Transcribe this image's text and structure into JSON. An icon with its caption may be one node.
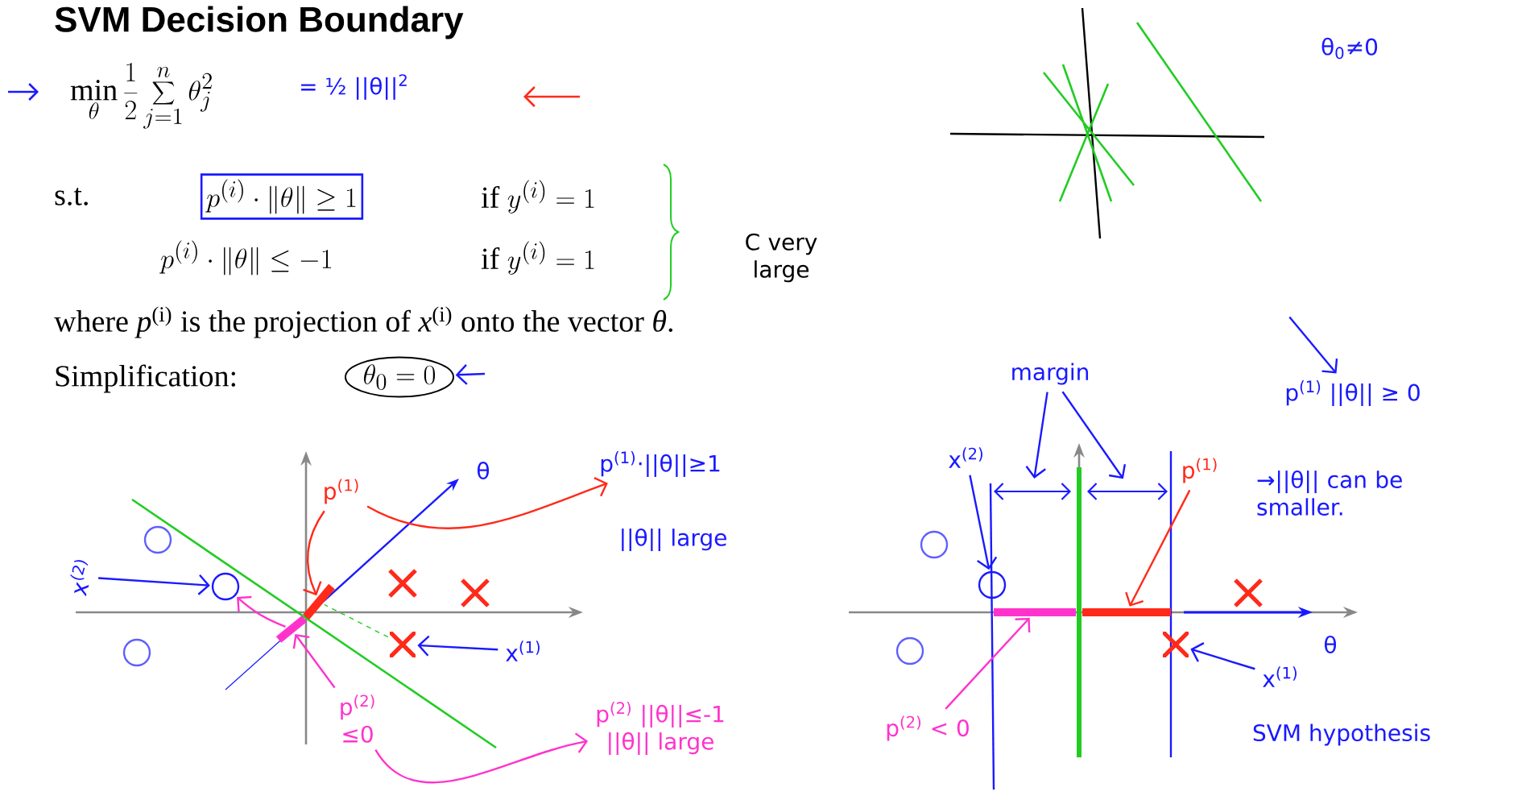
{
  "diagram": {
    "title": "SVM Decision Boundary",
    "nodes": [
      {
        "text": [
          "p^{(i)}\\cdot\\|\\theta\\|\\geq 1"
        ]
      },
      {
        "text": [
          "\\theta_0 = 0"
        ]
      },
      {
        "text": [
          "x$^{(2)}$"
        ]
      },
      {
        "text": [],
        "shape": "circle"
      },
      {
        "text": [
          "x$^{(1)}$"
        ]
      },
      {
        "text": [],
        "shape": "cross"
      },
      {
        "text": [
          "p$^{(1)}$"
        ]
      },
      {
        "text": [],
        "shape": "bar"
      },
      {
        "text": [
          "p$^{(1)}$·||θ||≥1"
        ]
      },
      {
        "text": [
          "p$^{(2)}$",
          "≤0"
        ]
      },
      {
        "text": [],
        "shape": "bar"
      },
      {
        "text": [
          "p$^{(2)}$ ||θ||≤-1",
          "||θ|| large"
        ]
      },
      {
        "text": [
          "margin"
        ]
      },
      {
        "text": [
          "x$^{(2)}$"
        ]
      },
      {
        "text": [],
        "shape": "circle"
      },
      {
        "text": [
          "p$^{(1)}$"
        ]
      },
      {
        "text": [],
        "shape": "bar"
      },
      {
        "text": [
          "x$^{(1)}$"
        ]
      },
      {
        "text": [],
        "shape": "cross"
      },
      {
        "text": [
          "p$^{(2)}$ < 0"
        ]
      },
      {
        "text": [],
        "shape": "bar"
      },
      {
        "text": [
          "p$^{(1)}$ ||θ|| ≥ 0"
        ]
      }
    ],
    "edges": [
      {
        "from": 2,
        "to": 3,
        "arrow": "to"
      },
      {
        "from": 4,
        "to": 5,
        "arrow": "to"
      },
      {
        "from": 6,
        "to": 7,
        "arrow": "to",
        "color": "#ff2a1a"
      },
      {
        "from": 6,
        "to": 8,
        "arrow": "to",
        "color": "#ff2a1a"
      },
      {
        "from": 9,
        "to": 10,
        "arrow": "to",
        "color": "#ff33cc"
      },
      {
        "from": 10,
        "to": 3,
        "arrow": "to",
        "color": "#ff33cc"
      },
      {
        "from": 9,
        "to": 11,
        "arrow": "to",
        "color": "#ff33cc"
      },
      {
        "from": 12,
        "to": null,
        "arrow": "to"
      },
      {
        "from": 12,
        "to": null,
        "arrow": "to"
      },
      {
        "from": 13,
        "to": 14,
        "arrow": "to"
      },
      {
        "from": 15,
        "to": 16,
        "arrow": "to",
        "color": "#ff2a1a"
      },
      {
        "from": 17,
        "to": 18,
        "arrow": "to"
      },
      {
        "from": 19,
        "to": 20,
        "arrow": "to",
        "color": "#ff33cc"
      },
      {
        "from": null,
        "to": 21,
        "arrow": "to"
      },
      {
        "from": 5,
        "to": 7,
        "arrow": "none",
        "style": "dashed",
        "color": "#22cc22"
      },
      {
        "from": null,
        "to": 1,
        "arrow": "to"
      }
    ],
    "labels": [
      "\\min_\\theta \\frac{1}{2}\\sum_{j=1}^{n}\\theta_j^2",
      "= ½ ||θ||$^{2}$",
      "s.t.",
      "\\mbox{if } y^{(i)} = 1",
      "p^{(i)}\\cdot\\|\\theta\\|\\leq -1",
      "\\mbox{if } y^{(i)} = 1",
      "C very large",
      "where *p*$^{(i)}$ is the projection of *x*$^{(i)}$ onto the vector *θ*.",
      "Simplification:",
      "θ$_{0}$≠0",
      "θ",
      "||θ|| large",
      "θ",
      "→||θ|| can be smaller.",
      "SVM hypothesis"
    ]
  }
}
